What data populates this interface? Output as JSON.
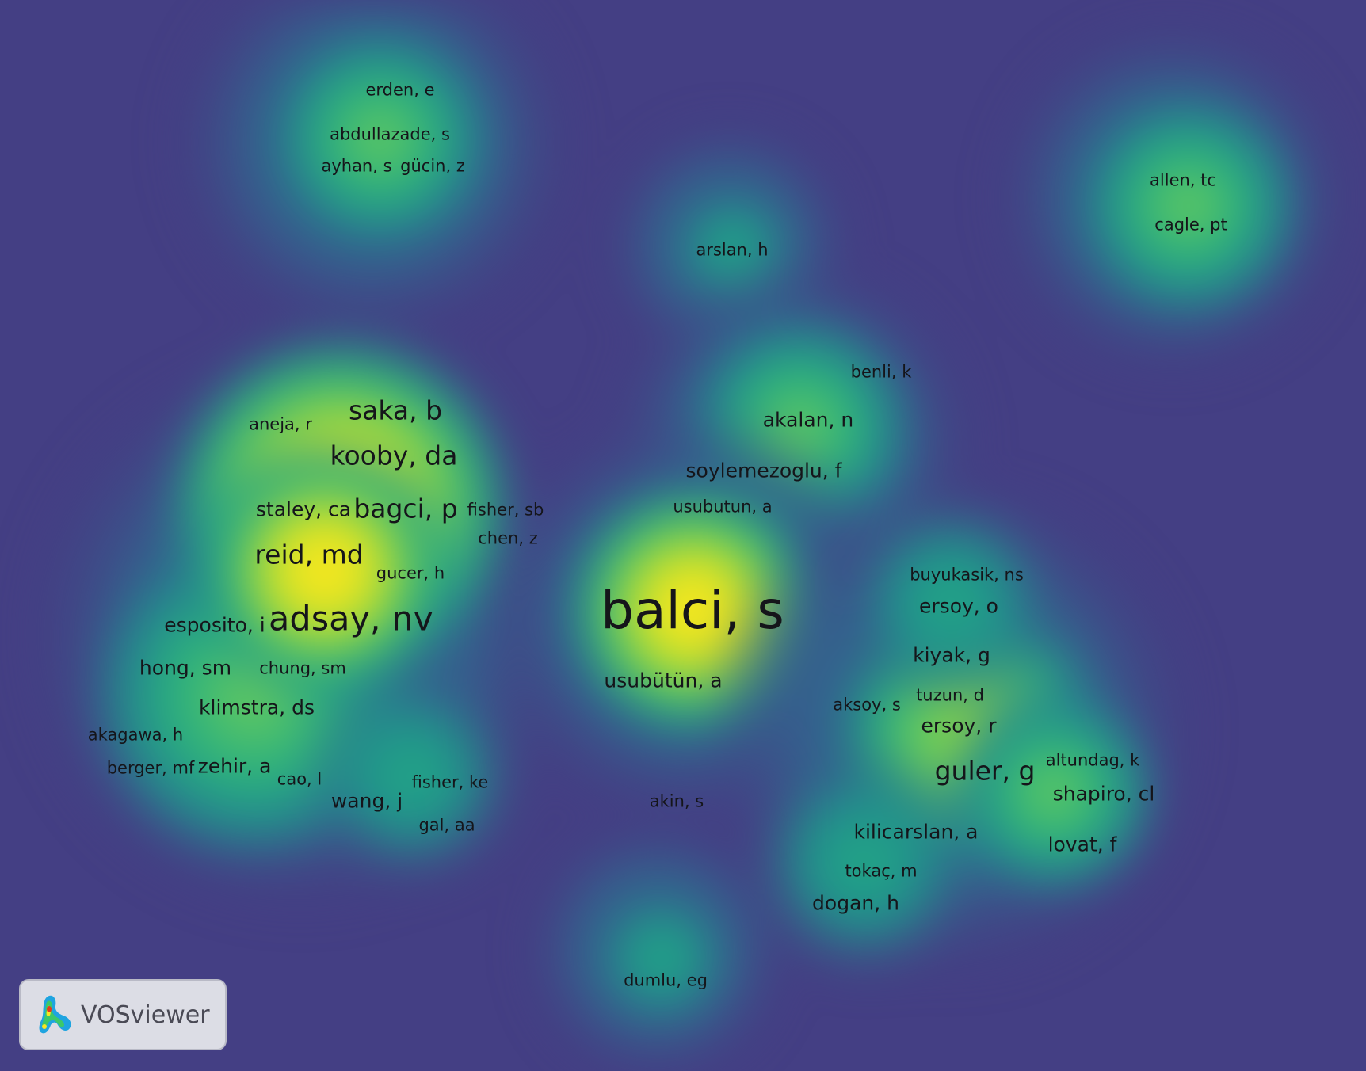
{
  "app": {
    "name": "VOSviewer",
    "logo_icon": "vosviewer-logo-icon"
  },
  "colors": {
    "background": "#443f84",
    "density_mid": "#1f9e8a",
    "density_high": "#f8e621",
    "label_text": "#15151a"
  },
  "nodes": [
    {
      "label": "erden, e",
      "weight": 1
    },
    {
      "label": "abdullazade, s",
      "weight": 1
    },
    {
      "label": "ayhan, s",
      "weight": 1
    },
    {
      "label": "gücin, z",
      "weight": 1
    },
    {
      "label": "allen, tc",
      "weight": 1
    },
    {
      "label": "cagle, pt",
      "weight": 1
    },
    {
      "label": "arslan, h",
      "weight": 1
    },
    {
      "label": "benli, k",
      "weight": 1
    },
    {
      "label": "akalan, n",
      "weight": 2
    },
    {
      "label": "soylemezoglu, f",
      "weight": 2
    },
    {
      "label": "usubutun, a",
      "weight": 1
    },
    {
      "label": "saka, b",
      "weight": 3
    },
    {
      "label": "aneja, r",
      "weight": 1
    },
    {
      "label": "kooby, da",
      "weight": 3
    },
    {
      "label": "staley, ca",
      "weight": 2
    },
    {
      "label": "bagci, p",
      "weight": 3
    },
    {
      "label": "fisher, sb",
      "weight": 1
    },
    {
      "label": "chen, z",
      "weight": 1
    },
    {
      "label": "reid, md",
      "weight": 3
    },
    {
      "label": "gucer, h",
      "weight": 1
    },
    {
      "label": "esposito, i",
      "weight": 2
    },
    {
      "label": "adsay, nv",
      "weight": 4
    },
    {
      "label": "hong, sm",
      "weight": 2
    },
    {
      "label": "chung, sm",
      "weight": 1
    },
    {
      "label": "klimstra, ds",
      "weight": 2
    },
    {
      "label": "akagawa, h",
      "weight": 1
    },
    {
      "label": "berger, mf",
      "weight": 1
    },
    {
      "label": "zehir, a",
      "weight": 2
    },
    {
      "label": "cao, l",
      "weight": 1
    },
    {
      "label": "wang, j",
      "weight": 2
    },
    {
      "label": "fisher, ke",
      "weight": 1
    },
    {
      "label": "gal, aa",
      "weight": 1
    },
    {
      "label": "balci, s",
      "weight": 5
    },
    {
      "label": "usubütün, a",
      "weight": 2
    },
    {
      "label": "akin, s",
      "weight": 1
    },
    {
      "label": "buyukasik, ns",
      "weight": 1
    },
    {
      "label": "ersoy, o",
      "weight": 2
    },
    {
      "label": "kiyak, g",
      "weight": 2
    },
    {
      "label": "aksoy, s",
      "weight": 1
    },
    {
      "label": "tuzun, d",
      "weight": 1
    },
    {
      "label": "ersoy, r",
      "weight": 2
    },
    {
      "label": "guler, g",
      "weight": 3
    },
    {
      "label": "altundag, k",
      "weight": 1
    },
    {
      "label": "shapiro, cl",
      "weight": 2
    },
    {
      "label": "kilicarslan, a",
      "weight": 2
    },
    {
      "label": "lovat, f",
      "weight": 2
    },
    {
      "label": "tokaç, m",
      "weight": 1
    },
    {
      "label": "dogan, h",
      "weight": 2
    },
    {
      "label": "dumlu, eg",
      "weight": 1
    }
  ]
}
